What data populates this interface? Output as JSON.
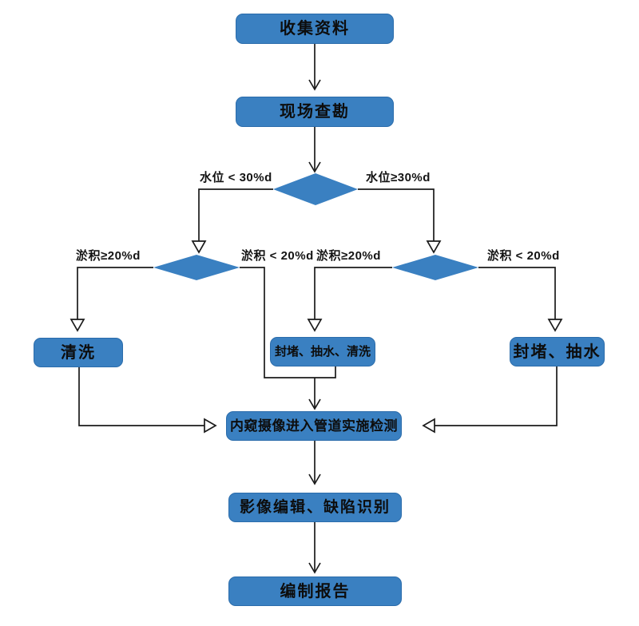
{
  "colors": {
    "node_fill": "#3a80c1",
    "node_border": "#2b6cab",
    "connector": "#1b1b1b",
    "text": "#0d0d0d",
    "background": "#ffffff"
  },
  "nodes": {
    "collect": {
      "label": "收集资料"
    },
    "survey": {
      "label": "现场查勘"
    },
    "clean": {
      "label": "清洗"
    },
    "plug_pump_clean": {
      "label": "封堵、抽水、清洗"
    },
    "plug_pump": {
      "label": "封堵、抽水"
    },
    "inspect": {
      "label": "内窥摄像进入管道实施检测"
    },
    "edit": {
      "label": "影像编辑、缺陷识别"
    },
    "report": {
      "label": "编制报告"
    }
  },
  "decisions": {
    "water_level": {
      "name": "水位判断"
    },
    "silt_left": {
      "name": "淤积判断（左）"
    },
    "silt_right": {
      "name": "淤积判断（右）"
    }
  },
  "branch_labels": {
    "water_lt": "水位 < 30%d",
    "water_ge": "水位≥30%d",
    "silt_ge_left": "淤积≥20%d",
    "silt_lt_left": "淤积 < 20%d",
    "silt_ge_right": "淤积≥20%d",
    "silt_lt_right": "淤积 < 20%d"
  }
}
